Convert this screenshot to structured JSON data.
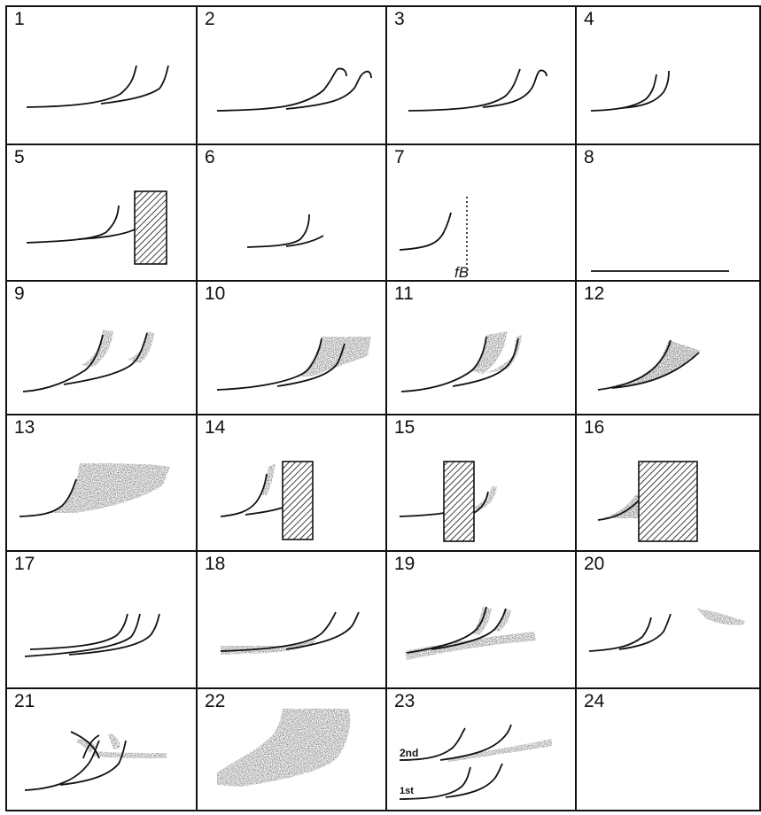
{
  "panels": [
    {
      "number": "1"
    },
    {
      "number": "2"
    },
    {
      "number": "3"
    },
    {
      "number": "4"
    },
    {
      "number": "5"
    },
    {
      "number": "6"
    },
    {
      "number": "7",
      "label": "fB"
    },
    {
      "number": "8"
    },
    {
      "number": "9"
    },
    {
      "number": "10"
    },
    {
      "number": "11"
    },
    {
      "number": "12"
    },
    {
      "number": "13"
    },
    {
      "number": "14"
    },
    {
      "number": "15"
    },
    {
      "number": "16"
    },
    {
      "number": "17"
    },
    {
      "number": "18"
    },
    {
      "number": "19"
    },
    {
      "number": "20"
    },
    {
      "number": "21"
    },
    {
      "number": "22"
    },
    {
      "number": "23",
      "labels": [
        "2nd",
        "1st"
      ]
    },
    {
      "number": "24"
    }
  ]
}
